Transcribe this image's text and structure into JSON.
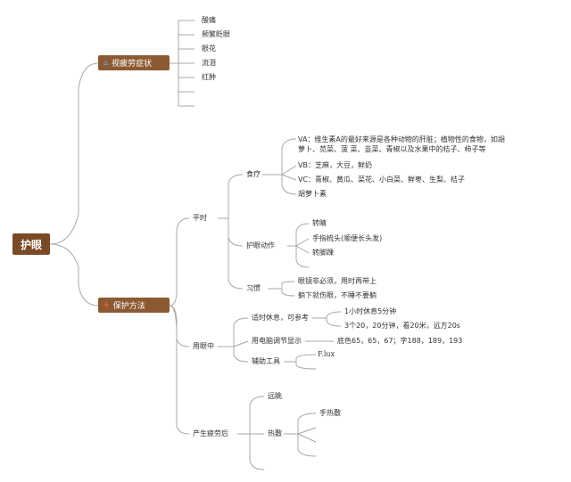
{
  "root": "护眼",
  "branch1": {
    "label": "视疲劳症状",
    "icon": "house-icon",
    "items": [
      "酸痛",
      "频繁眨眼",
      "眼花",
      "流泪",
      "红肿",
      "",
      ""
    ]
  },
  "branch2": {
    "label": "保护方法",
    "icon": "cross-icon",
    "pingshi": {
      "label": "平时",
      "shiliao": {
        "label": "食疗",
        "va": "VA：维生素A的最好来源是各种动物的肝脏；植物性的食物，如胡萝卜、苋菜、菠 菜、韭菜、青椒以及水果中的桔子、柿子等",
        "vb": "VB：芝麻，大豆，鲜奶",
        "vc": "VC：青椒、黄瓜、菜花、小白菜、鲜枣、生梨、桔子",
        "hlbs": "胡萝卜素"
      },
      "huyan": {
        "label": "护眼动作",
        "items": [
          "转睛",
          "手指梳头(顺便长头发)",
          "转脚踝",
          ""
        ]
      },
      "xiguan": {
        "label": "习惯",
        "items": [
          "眼镜非必须，用时再带上",
          "躺下就伤眼，不睡不要躺"
        ]
      }
    },
    "yongyan": {
      "label": "用眼中",
      "xiuxi": {
        "label": "适时休息，可参考",
        "items": [
          "1小时休息5分钟",
          "3个20，20分钟，看20米，远方20s"
        ]
      },
      "diannao": {
        "label": "用电脑调节显示",
        "value": "底色65，65，67；字188，189，193"
      },
      "fuzhu": {
        "label": "辅助工具",
        "items": [
          "F.lux",
          ""
        ]
      }
    },
    "pilao": {
      "label": "产生疲劳后",
      "yuantiao": "远眺",
      "refu": {
        "label": "热敷",
        "items": [
          "手热敷",
          "",
          "",
          ""
        ]
      },
      "extra": [
        ""
      ]
    }
  },
  "colors": {
    "root": "#7a4a26",
    "branch": "#8c5a32",
    "line": "#9a9a9a"
  }
}
